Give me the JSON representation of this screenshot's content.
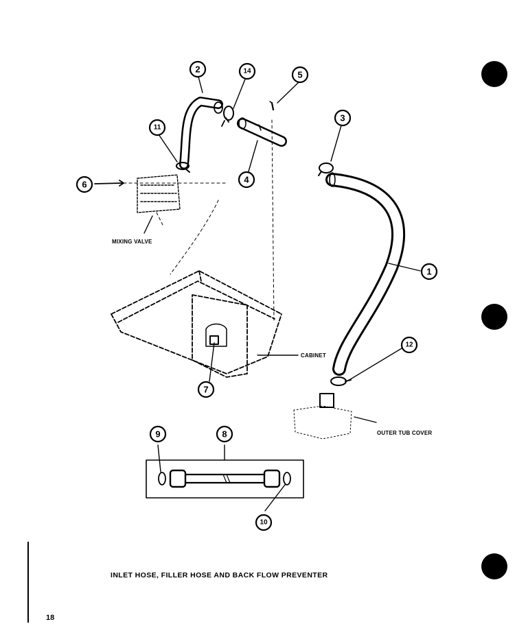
{
  "labels": {
    "mixing_valve": "MIXING VALVE",
    "cabinet": "CABINET",
    "outer_tub_cover": "OUTER TUB COVER"
  },
  "callouts": {
    "c1": "1",
    "c2": "2",
    "c3": "3",
    "c4": "4",
    "c5": "5",
    "c6": "6",
    "c7": "7",
    "c8": "8",
    "c9": "9",
    "c10": "10",
    "c11": "11",
    "c12": "12",
    "c14": "14"
  },
  "caption": "INLET HOSE, FILLER HOSE AND BACK FLOW PREVENTER",
  "page_number": "18"
}
